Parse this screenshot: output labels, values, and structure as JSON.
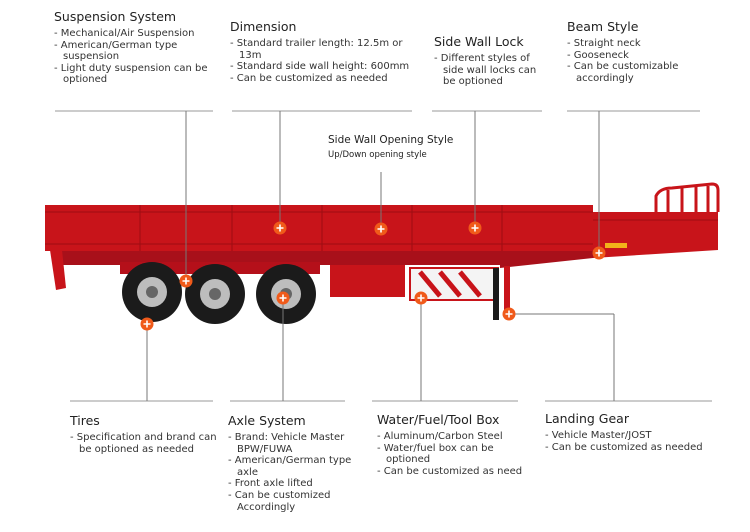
{
  "callouts": {
    "suspension": {
      "title": "Suspension System",
      "items": [
        "Mechanical/Air Suspension",
        "American/German type suspension",
        "Light duty suspension can be optioned"
      ]
    },
    "dimension": {
      "title": "Dimension",
      "items": [
        "Standard trailer length: 12.5m or 13m",
        "Standard side wall height: 600mm",
        "Can be customized as needed"
      ]
    },
    "side_wall_lock": {
      "title": "Side Wall Lock",
      "items": [
        "Different styles of side wall locks can be optioned"
      ]
    },
    "beam_style": {
      "title": "Beam Style",
      "items": [
        "Straight neck",
        "Gooseneck",
        "Can be customizable accordingly"
      ]
    },
    "side_wall_opening": {
      "title": "Side Wall Opening Style",
      "note": "Up/Down opening style"
    },
    "tires": {
      "title": "Tires",
      "items": [
        "Specification and brand can be optioned as needed"
      ]
    },
    "axle": {
      "title": "Axle System",
      "items": [
        "Brand: Vehicle Master BPW/FUWA",
        "American/German type axle",
        "Front axle lifted",
        "Can be customized Accordingly"
      ]
    },
    "water_box": {
      "title": "Water/Fuel/Tool Box",
      "items": [
        "Aluminum/Carbon Steel",
        "Water/fuel box can be optioned",
        "Can be customized as need"
      ]
    },
    "landing_gear": {
      "title": "Landing Gear",
      "items": [
        "Vehicle Master/JOST",
        "Can be customized as needed"
      ]
    }
  },
  "colors": {
    "trailer_red": "#c8141a",
    "marker_orange": "#f05a1a",
    "line_gray": "#777777"
  }
}
